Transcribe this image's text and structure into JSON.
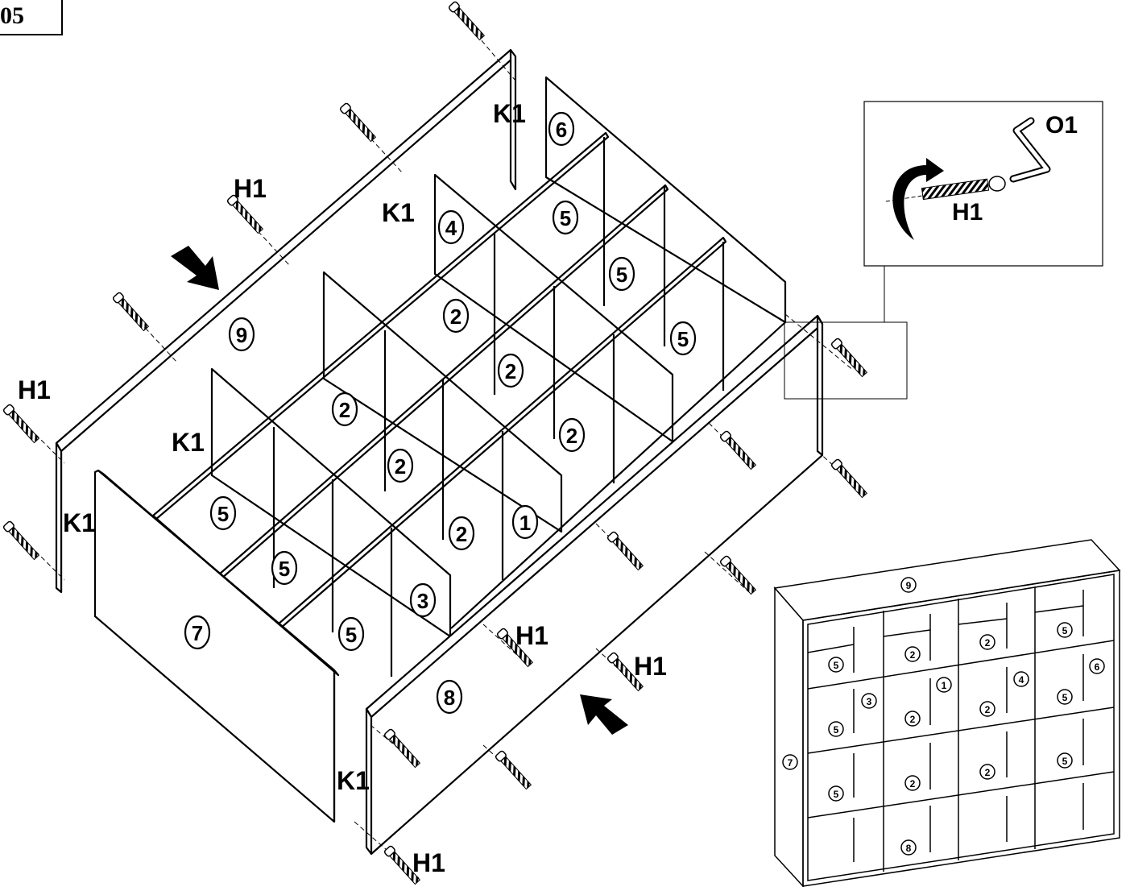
{
  "step": {
    "number": "05"
  },
  "labels": {
    "bolt": "H1",
    "dowel": "K1",
    "tool": "O1"
  },
  "panels": {
    "top": "9",
    "left_side": "7",
    "right_side": "8",
    "back_divider_a": "6",
    "back_divider_b": "4",
    "front_divider_a": "3",
    "front_divider_b": "1",
    "shelf_2": "2",
    "shelf_5": "5"
  },
  "detail_inset": {
    "tool_label": "O1",
    "bolt_label": "H1"
  },
  "finished_view": {
    "top_label": "9",
    "left_label": "7",
    "bottom_label": "8",
    "shelves": [
      "5",
      "2",
      "2",
      "5",
      "5",
      "2",
      "2",
      "5",
      "5",
      "2",
      "2",
      "5"
    ],
    "dividers": [
      "3",
      "1",
      "4",
      "6"
    ]
  }
}
